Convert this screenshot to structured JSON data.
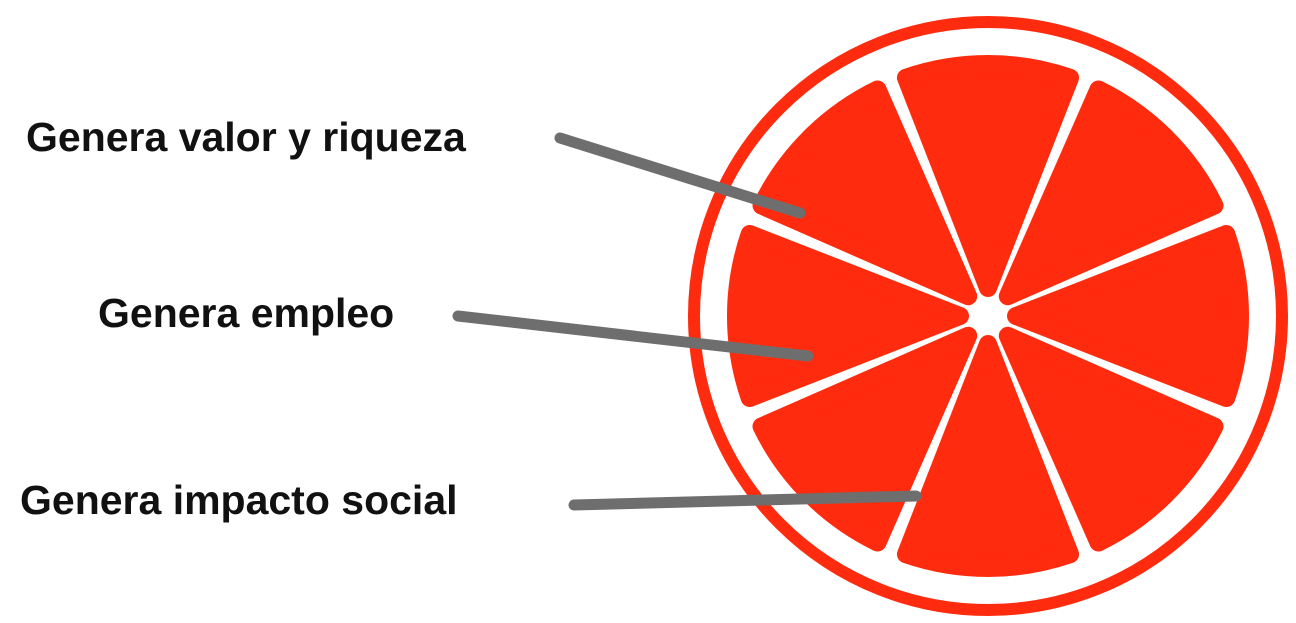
{
  "diagram": {
    "labels": [
      {
        "text": "Genera valor y riqueza"
      },
      {
        "text": "Genera empleo"
      },
      {
        "text": "Genera impacto social"
      }
    ]
  },
  "colors": {
    "fruit_red": "#FF2B0E",
    "connector_gray": "#6E6E6E",
    "background": "#FFFFFF",
    "text": "#111111"
  },
  "icons": {
    "fruit": "orange-slice-icon"
  }
}
